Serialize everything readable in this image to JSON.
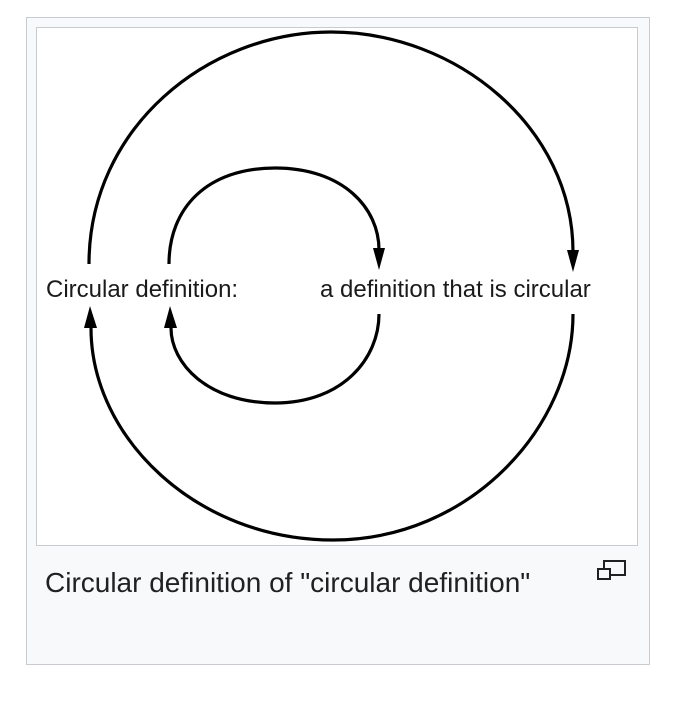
{
  "figure": {
    "diagram": {
      "left_label": "Circular definition:",
      "right_label": "a definition that is circular",
      "stroke_color": "#000000"
    },
    "caption": "Circular definition of \"circular definition\"",
    "enlarge_icon": "magnify-clip-icon"
  },
  "colors": {
    "frame_background": "#f8f9fa",
    "frame_border": "#c8ccd1",
    "image_background": "#ffffff",
    "caption_text": "#202122"
  }
}
